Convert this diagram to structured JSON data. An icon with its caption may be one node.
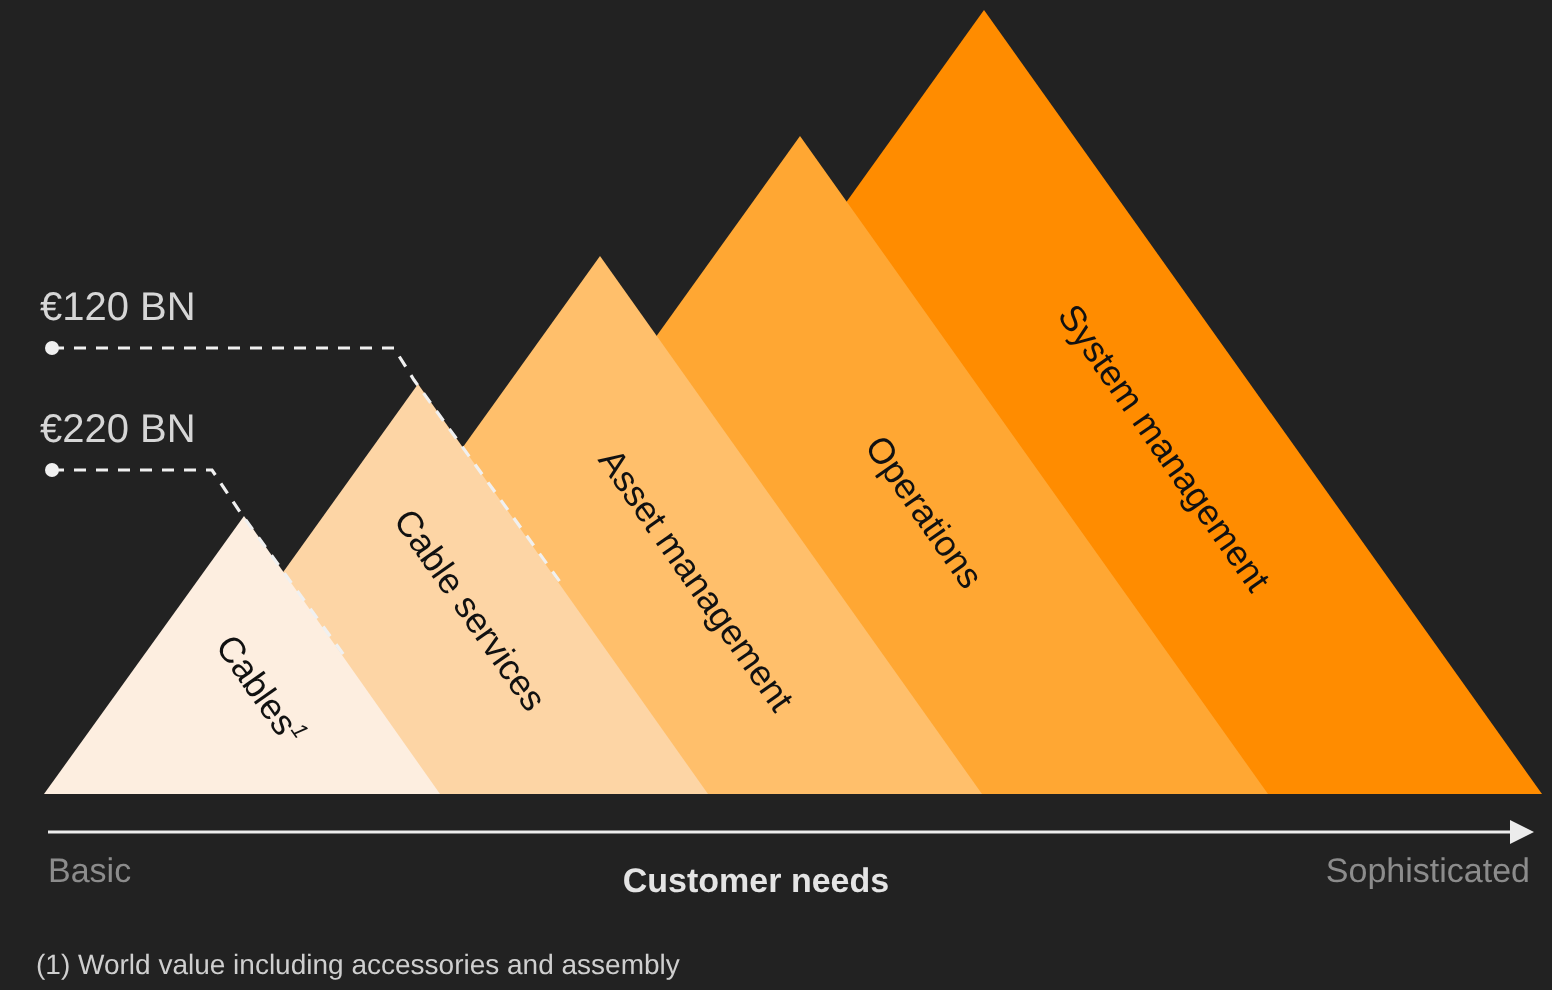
{
  "diagram": {
    "caption": "(1) World value including accessories and assembly",
    "nodes": [
      {
        "text": [
          "€120 BN"
        ]
      },
      {
        "text": [
          "€220 BN"
        ]
      },
      {
        "text": [
          "Cables$^{1}$"
        ]
      },
      {
        "text": [
          "Cable services"
        ]
      },
      {
        "text": [
          "Asset management"
        ]
      },
      {
        "text": [
          "Operations"
        ]
      },
      {
        "text": [
          "System management"
        ]
      }
    ],
    "edges": [
      {
        "from": 0,
        "to": 3,
        "arrow": "other",
        "style": "dashed"
      },
      {
        "from": 1,
        "to": 2,
        "arrow": "other",
        "style": "dashed"
      }
    ],
    "labels": [
      "Basic",
      "Customer needs",
      "Sophisticated"
    ]
  }
}
